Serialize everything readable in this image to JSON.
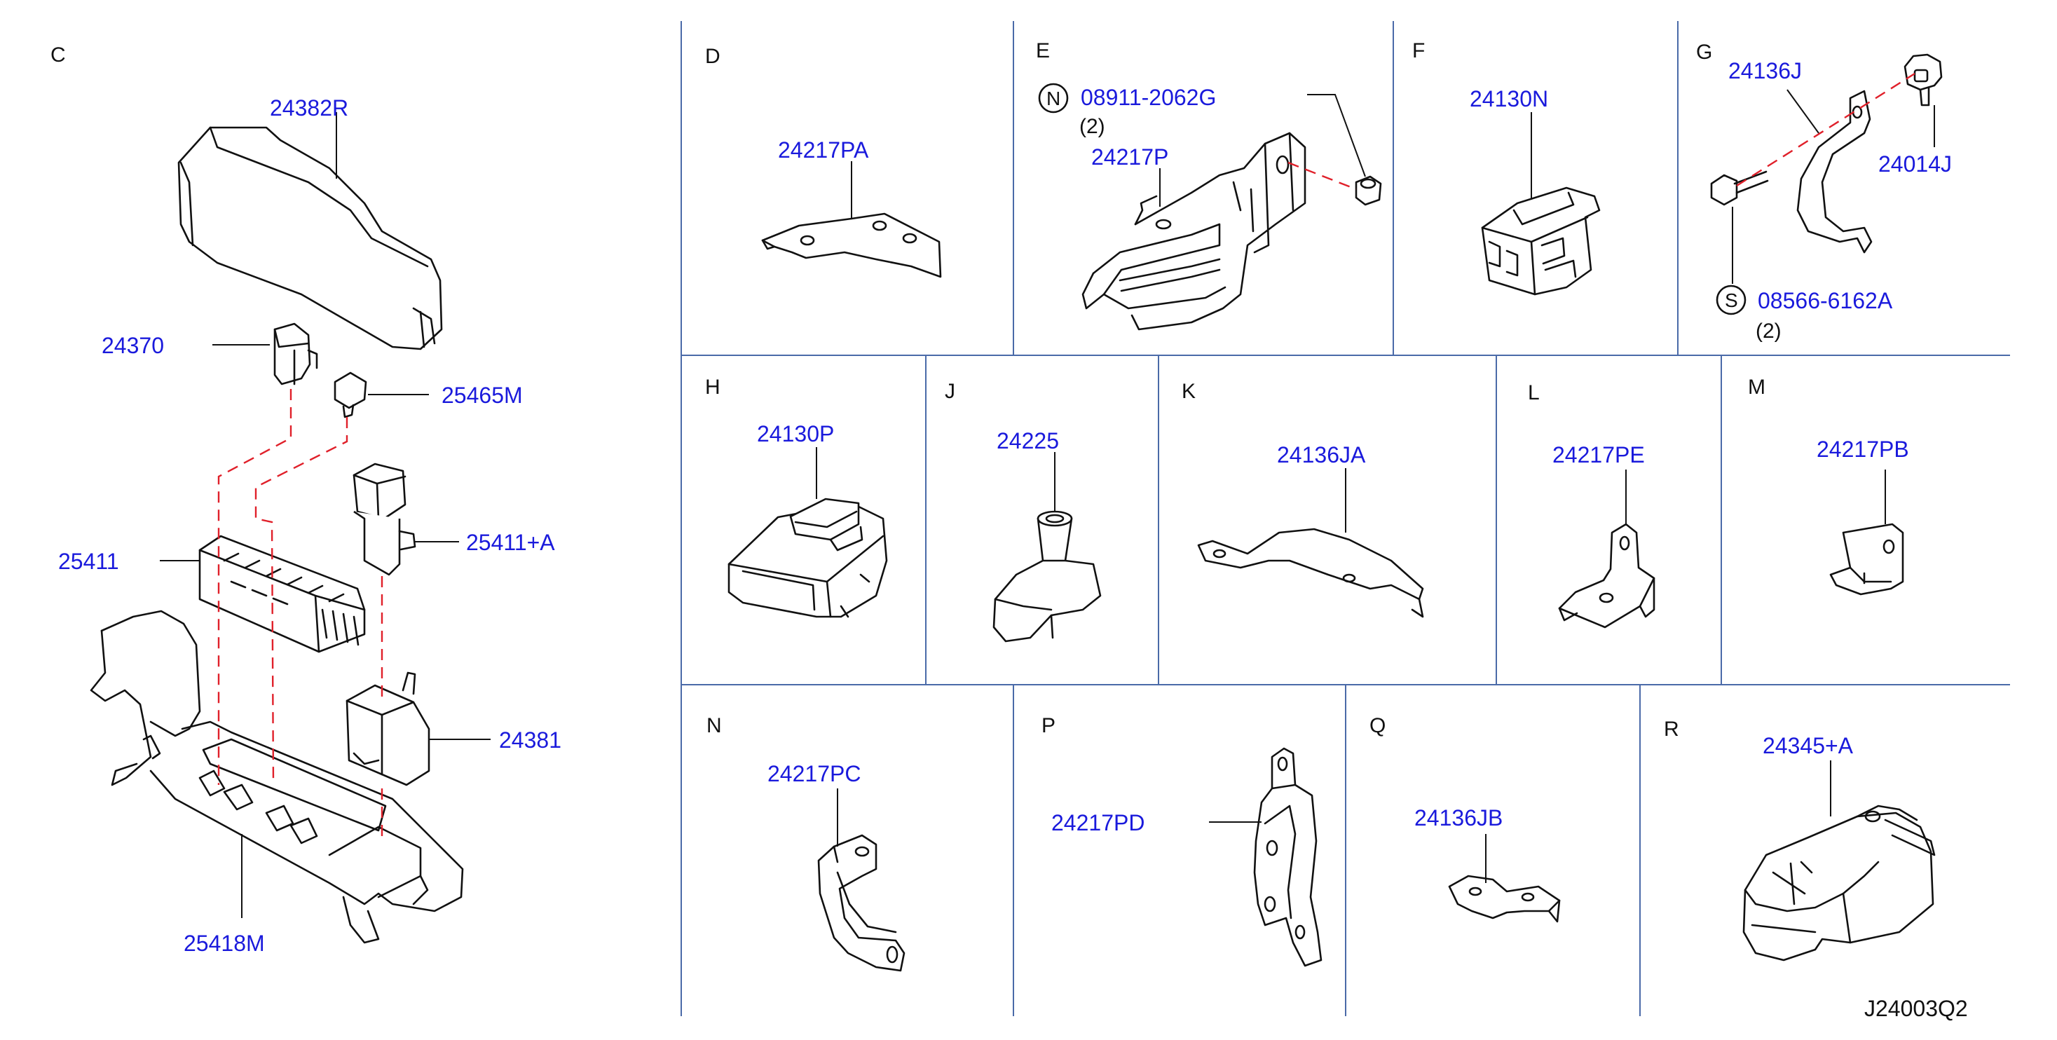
{
  "sections": {
    "C": "C",
    "D": "D",
    "E": "E",
    "F": "F",
    "G": "G",
    "H": "H",
    "J": "J",
    "K": "K",
    "L": "L",
    "M": "M",
    "N": "N",
    "P": "P",
    "Q": "Q",
    "R": "R"
  },
  "parts": {
    "p24382R": "24382R",
    "p24370": "24370",
    "p25465M": "25465M",
    "p25411A": "25411+A",
    "p25411": "25411",
    "p24381": "24381",
    "p25418M": "25418M",
    "p24217PA": "24217PA",
    "p08911": "08911-2062G",
    "p24217P": "24217P",
    "p24130N": "24130N",
    "p24136J": "24136J",
    "p24014J": "24014J",
    "p08566": "08566-6162A",
    "p24130P": "24130P",
    "p24225": "24225",
    "p24136JA": "24136JA",
    "p24217PE": "24217PE",
    "p24217PB": "24217PB",
    "p24217PC": "24217PC",
    "p24217PD": "24217PD",
    "p24136JB": "24136JB",
    "p24345A": "24345+A"
  },
  "quantities": {
    "e_qty": "(2)",
    "g_qty": "(2)"
  },
  "symbols": {
    "n_symbol": "N",
    "s_symbol": "S"
  },
  "footer": {
    "code": "J24003Q2"
  },
  "colors": {
    "part_number": "#1a1adc",
    "grid": "#4a6aa8",
    "dashed_guide": "#e0202a"
  }
}
